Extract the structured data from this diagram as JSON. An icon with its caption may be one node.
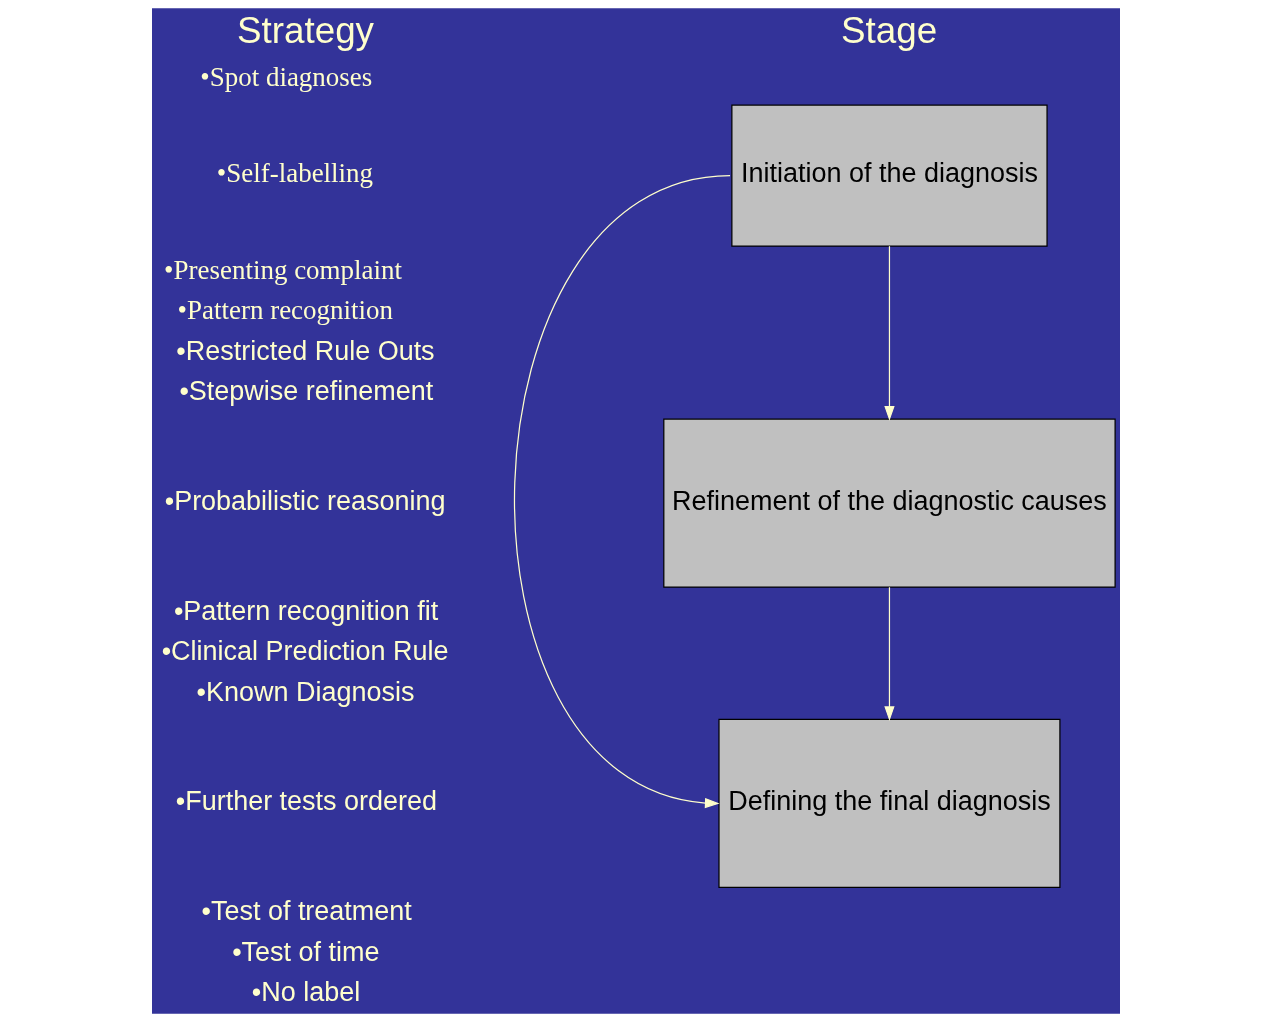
{
  "diagram": {
    "nodes": [
      {
        "text": [
          "Initiation of the diagnosis"
        ]
      },
      {
        "text": [
          "Refinement of the diagnostic causes"
        ]
      },
      {
        "text": [
          "Defining the final diagnosis"
        ]
      }
    ],
    "edges": [
      {
        "from": 0,
        "to": 1,
        "arrow": "to"
      },
      {
        "from": 1,
        "to": 2,
        "arrow": "to"
      },
      {
        "from": 0,
        "to": 2,
        "arrow": "to"
      }
    ],
    "labels": [
      "Stage",
      "Strategy",
      "•Spot diagnoses",
      "•Self-labelling",
      "•Presenting complaint",
      "•Pattern recognition",
      "•Restricted Rule Outs",
      "•Stepwise refinement",
      "•Probabilistic reasoning",
      "•Pattern recognition fit",
      "•Clinical Prediction Rule",
      "•Known Diagnosis",
      "•Further tests ordered",
      "•Test of treatment",
      "•Test of time",
      "•No label"
    ]
  }
}
